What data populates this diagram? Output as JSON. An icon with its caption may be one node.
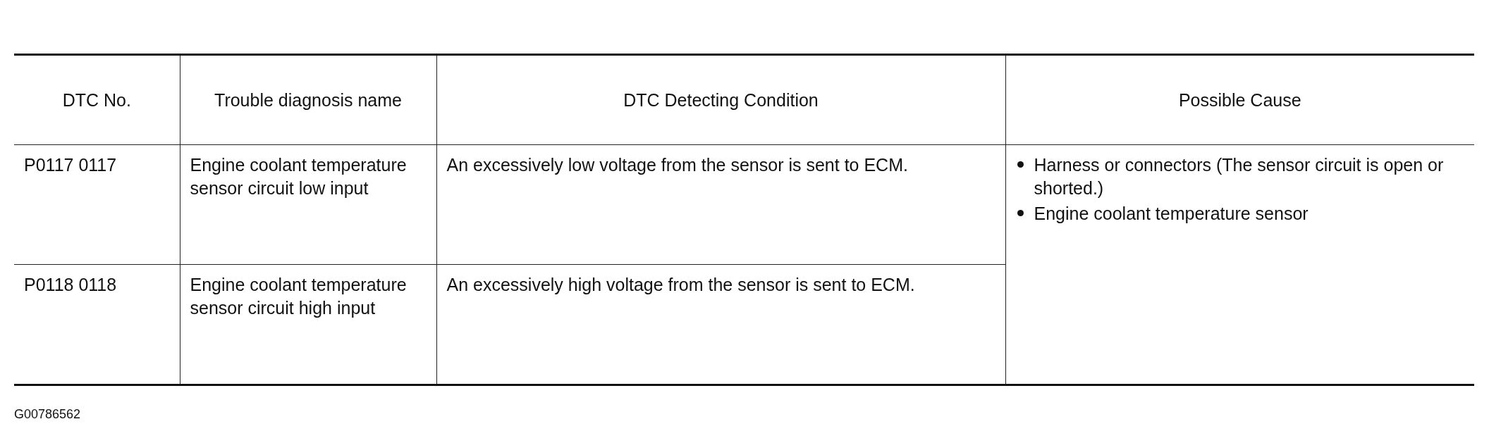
{
  "diagram": {
    "labels": [
      "DTC No.",
      "Trouble diagnosis name",
      "DTC Detecting Condition",
      "Possible Cause",
      "P0117 0117",
      "Engine coolant temperature sensor circuit low input",
      "An excessively low voltage from the sensor is sent to ECM.",
      "Harness or connectors (The sensor circuit is open or shorted.)",
      "Engine coolant temperature sensor",
      "P0118 0118",
      "Engine coolant temperature sensor circuit high input",
      "An excessively high voltage from the sensor is sent to ECM.",
      "G00786562"
    ]
  }
}
